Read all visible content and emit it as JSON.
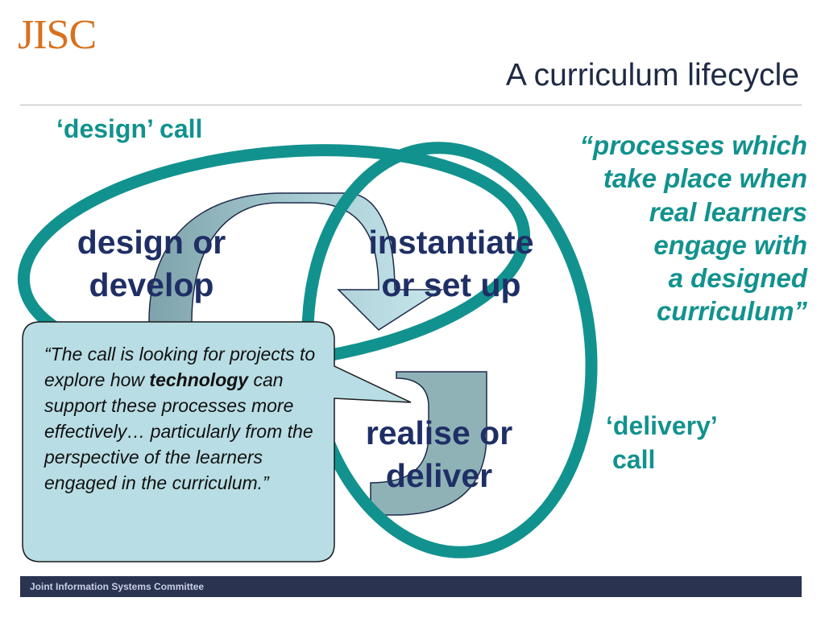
{
  "brand": {
    "logo": "JISC"
  },
  "title": "A curriculum lifecycle",
  "stages": {
    "design": [
      "design or",
      "develop"
    ],
    "instantiate": [
      "instantiate",
      "or set up"
    ],
    "realise": [
      "realise or",
      "deliver"
    ]
  },
  "calls": {
    "design": "‘design’ call",
    "delivery": [
      "‘delivery’",
      "call"
    ]
  },
  "quote_right": [
    "“processes which",
    "take place when",
    "real learners",
    "engage with",
    "a designed",
    "curriculum”"
  ],
  "callout": {
    "before": "“The call is looking for projects to explore how ",
    "emphasis": "technology",
    "after": " can support these processes more effectively… particularly from the perspective of the learners engaged in the curriculum.”"
  },
  "footer": "Joint Information Systems Committee",
  "colors": {
    "teal": "#12928e",
    "navy": "#1f2f66",
    "arrow_dark": "#88aab0",
    "arrow_light": "#b5dbe3",
    "callout_fill": "#b8dde4",
    "logo_orange": "#d8701e",
    "footer_bg": "#2a3350"
  }
}
